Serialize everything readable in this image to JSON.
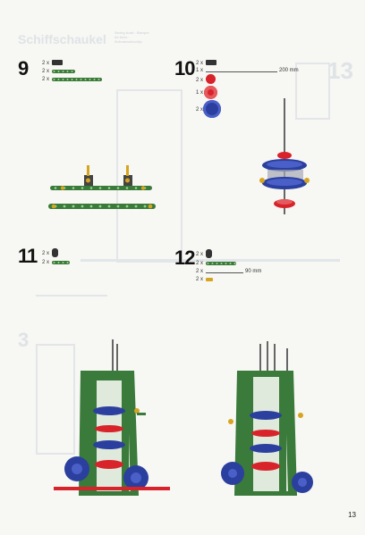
{
  "header": {
    "ghost_title": "Schiffschaukel",
    "ghost_subtitle": "Swing boat · Barque de foire · Schommelschip",
    "ghost_page_label": "13",
    "ghost_step_label": "3"
  },
  "steps": [
    {
      "number": "9",
      "parts": [
        {
          "qty": "2 x",
          "item": "angle-bracket"
        },
        {
          "qty": "2 x",
          "item": "green-strip-short"
        },
        {
          "qty": "2 x",
          "item": "green-strip-long"
        }
      ]
    },
    {
      "number": "10",
      "parts": [
        {
          "qty": "2 x",
          "item": "angle-bracket"
        },
        {
          "qty": "1 x",
          "item": "axle-rod",
          "length": "200 mm"
        },
        {
          "qty": "2 x",
          "item": "red-collar"
        },
        {
          "qty": "1 x",
          "item": "red-wheel"
        },
        {
          "qty": "2 x",
          "item": "blue-wheel"
        }
      ]
    },
    {
      "number": "11",
      "parts": [
        {
          "qty": "2 x",
          "item": "flat-bracket"
        },
        {
          "qty": "2 x",
          "item": "green-strip-short"
        }
      ]
    },
    {
      "number": "12",
      "parts": [
        {
          "qty": "2 x",
          "item": "flat-bracket"
        },
        {
          "qty": "2 x",
          "item": "green-strip-medium"
        },
        {
          "qty": "2 x",
          "item": "axle-rod",
          "length": "90 mm"
        },
        {
          "qty": "2 x",
          "item": "yellow-collar"
        }
      ]
    }
  ],
  "page_number": "13",
  "colors": {
    "green": "#3a7a3a",
    "red": "#d8232a",
    "blue": "#2b3f9e",
    "yellow": "#d6a520"
  }
}
